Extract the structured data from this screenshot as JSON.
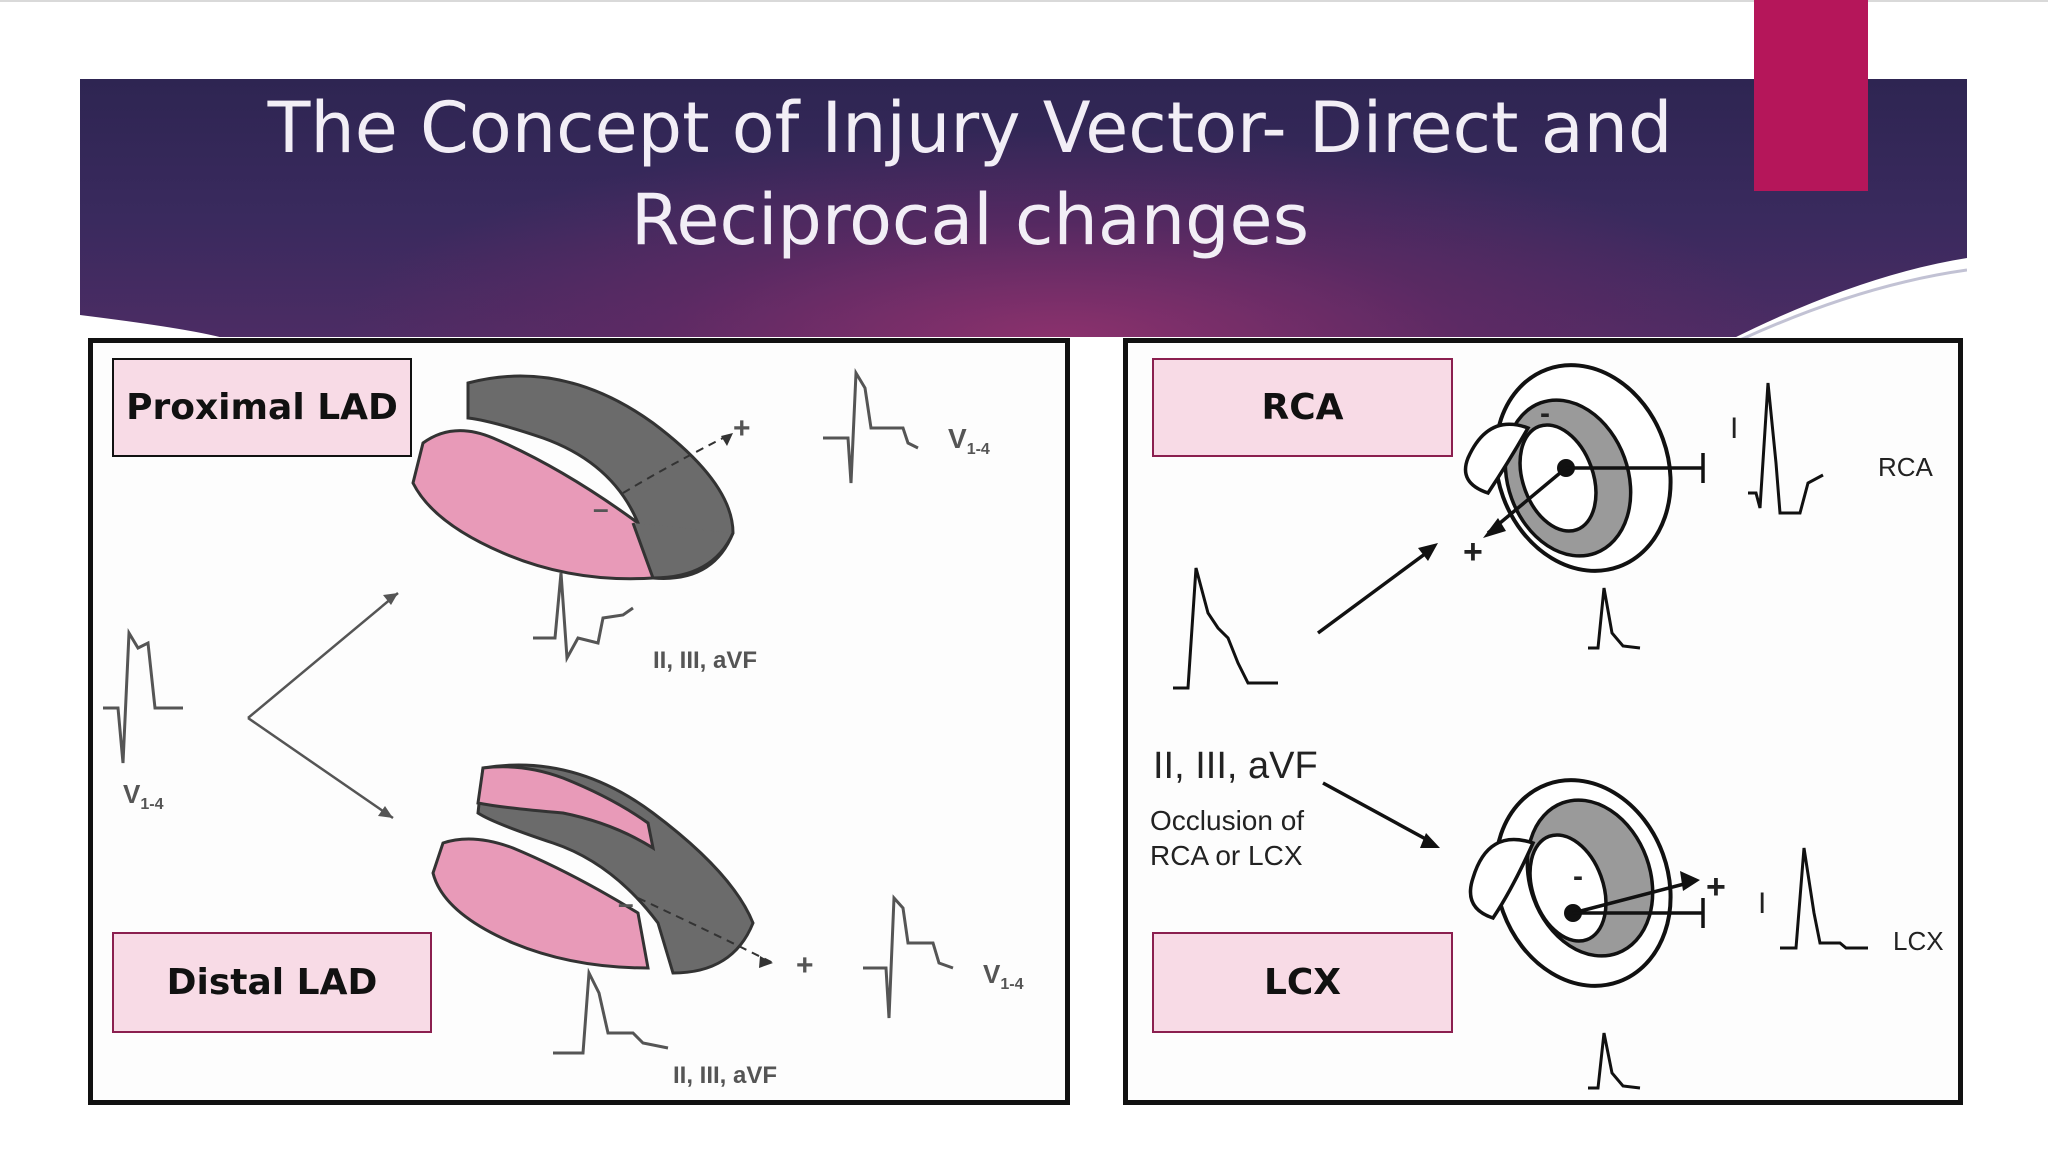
{
  "slide": {
    "title": "The Concept of Injury Vector- Direct and Reciprocal changes"
  },
  "left_panel": {
    "proximal_label": "Proximal LAD",
    "distal_label": "Distal LAD",
    "lead_v14": "V",
    "lead_v14_sub": "1-4",
    "lead_inferior": "II, III, aVF",
    "sign_plus": "+",
    "sign_minus": "–"
  },
  "right_panel": {
    "rca_label": "RCA",
    "lcx_label": "LCX",
    "lead_inferior": "II, III, aVF",
    "occlusion_line1": "Occlusion of",
    "occlusion_line2": "RCA or LCX",
    "lead_i": "I",
    "trace_rca": "RCA",
    "trace_lcx": "LCX",
    "sign_plus": "+",
    "sign_minus": "-"
  },
  "colors": {
    "accent": "#b5165a",
    "banner": "#3a2a5e",
    "label_fill": "#f8dbe6",
    "infarct_pink": "#e89ab8",
    "myocardium_gray": "#6b6b6b"
  }
}
